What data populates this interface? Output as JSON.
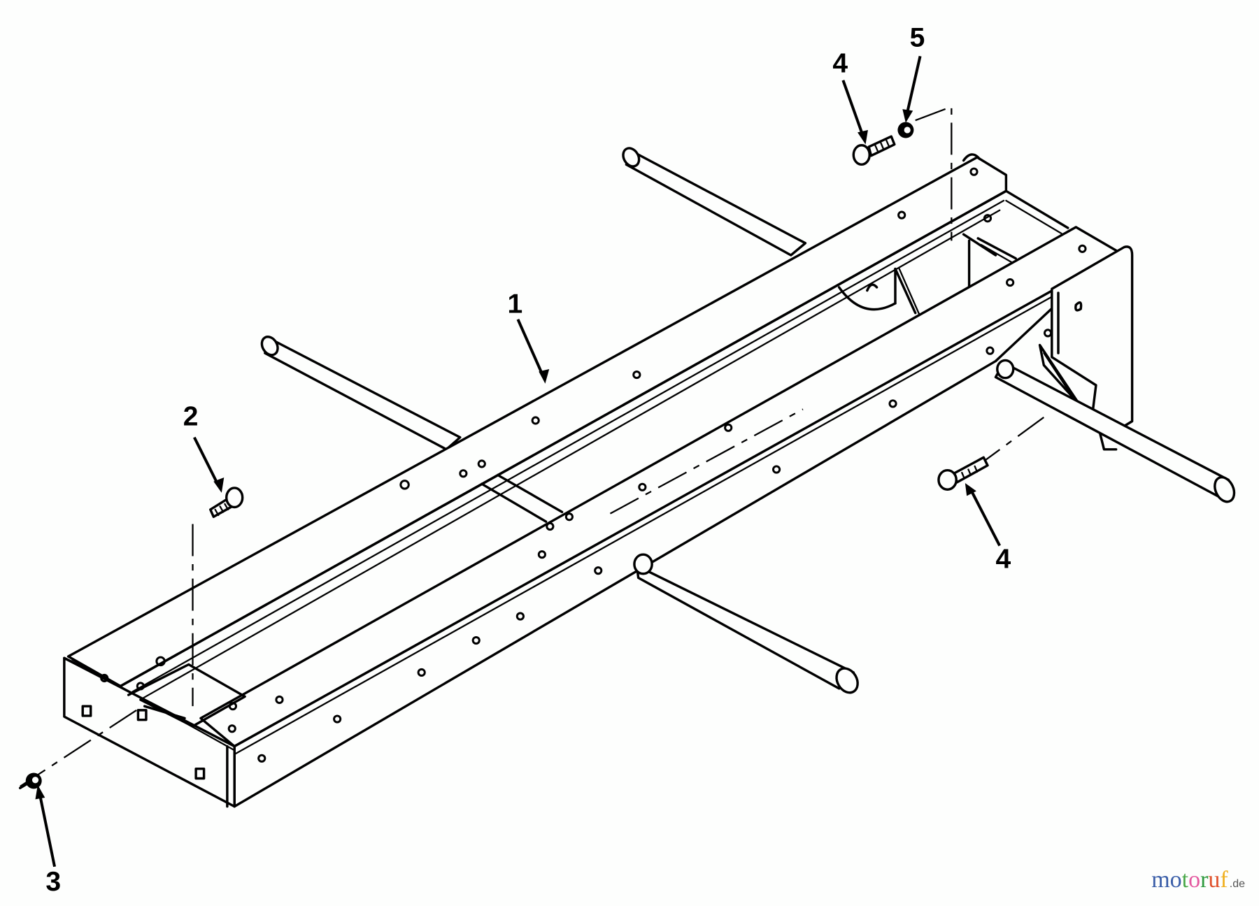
{
  "diagram": {
    "type": "exploded parts diagram",
    "subject": "tractor main frame assembly",
    "background": "#fdfefd",
    "line_color": "#000000",
    "callouts": [
      {
        "id": "1",
        "label": "1",
        "part": "frame"
      },
      {
        "id": "2",
        "label": "2",
        "part": "screw (frame top)"
      },
      {
        "id": "3",
        "label": "3",
        "part": "nut (front)"
      },
      {
        "id": "4a",
        "label": "4",
        "part": "hex bolt (rear upper)"
      },
      {
        "id": "5",
        "label": "5",
        "part": "lock washer (rear upper)"
      },
      {
        "id": "4b",
        "label": "4",
        "part": "hex bolt (rear lower)"
      }
    ]
  },
  "watermark": {
    "letters": [
      {
        "ch": "m",
        "color": "#3a5ea8"
      },
      {
        "ch": "o",
        "color": "#3a5ea8"
      },
      {
        "ch": "t",
        "color": "#4aa84a"
      },
      {
        "ch": "o",
        "color": "#e45aa0"
      },
      {
        "ch": "r",
        "color": "#2e9a3e"
      },
      {
        "ch": "u",
        "color": "#e0502a"
      },
      {
        "ch": "f",
        "color": "#f0b020"
      }
    ],
    "tld": ".de"
  }
}
